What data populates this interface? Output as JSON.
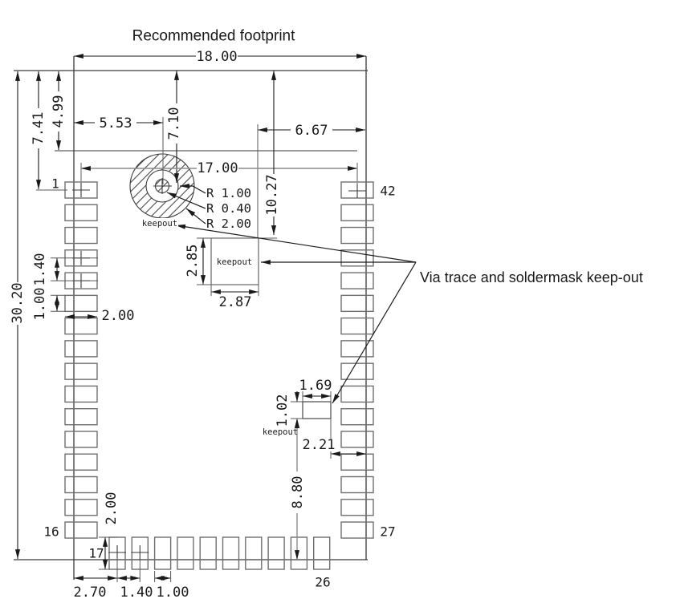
{
  "title": "Recommended footprint",
  "note": "Via trace and soldermask keep-out",
  "dims": {
    "overall_width": "18.00",
    "overall_height": "30.20",
    "top_to_pad1": "7.41",
    "top_to_inner_line": "4.99",
    "left_to_via": "5.53",
    "top_to_via": "7.10",
    "keepout_to_right": "6.67",
    "pad_row_span": "17.00",
    "top_to_keepout_square": "10.27",
    "via_r_pad": "R 1.00",
    "via_r_hole": "R 0.40",
    "via_r_keepout": "R 2.00",
    "keepout_square_h": "2.85",
    "keepout_square_w": "2.87",
    "side_pad_pitch": "1.40",
    "side_pad_height": "1.00",
    "side_pad_width": "2.00",
    "small_keepout_w": "1.69",
    "small_keepout_h": "1.02",
    "small_keepout_to_edge": "2.21",
    "small_keepout_to_bottom": "8.80",
    "bottom_pad_height": "2.00",
    "corner_to_pad17": "2.70",
    "bottom_pad_pitch": "1.40",
    "bottom_pad_width": "1.00"
  },
  "keepout_labels": {
    "via": "keepout",
    "square": "keepout",
    "small": "keepout"
  },
  "pad_numbers": {
    "p1": "1",
    "p16": "16",
    "p17": "17",
    "p26": "26",
    "p27": "27",
    "p42": "42"
  },
  "pad_layout": {
    "left_count": 16,
    "right_count": 16,
    "bottom_count": 10,
    "total": 42
  },
  "colors": {
    "line": "#1a1a1a",
    "gray": "#8c8c8c",
    "pad_outline": "#6f6f6f",
    "background": "#ffffff"
  }
}
